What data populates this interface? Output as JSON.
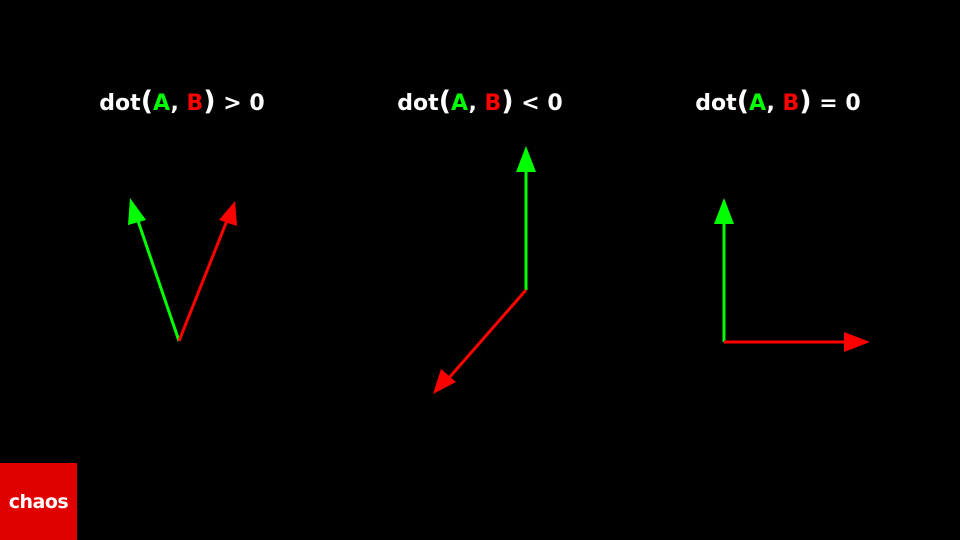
{
  "panels": [
    {
      "prefix": "dot",
      "open": "(",
      "a": "A",
      "sep": ", ",
      "b": "B",
      "close": ")",
      "relation": " > 0"
    },
    {
      "prefix": "dot",
      "open": "(",
      "a": "A",
      "sep": ", ",
      "b": "B",
      "close": ")",
      "relation": " < 0"
    },
    {
      "prefix": "dot",
      "open": "(",
      "a": "A",
      "sep": ", ",
      "b": "B",
      "close": ")",
      "relation": " = 0"
    }
  ],
  "colors": {
    "vector_a": "#00ff00",
    "vector_b": "#ff0000",
    "background": "#000000"
  },
  "logo": {
    "text": "chaos",
    "color": "#e10000"
  }
}
